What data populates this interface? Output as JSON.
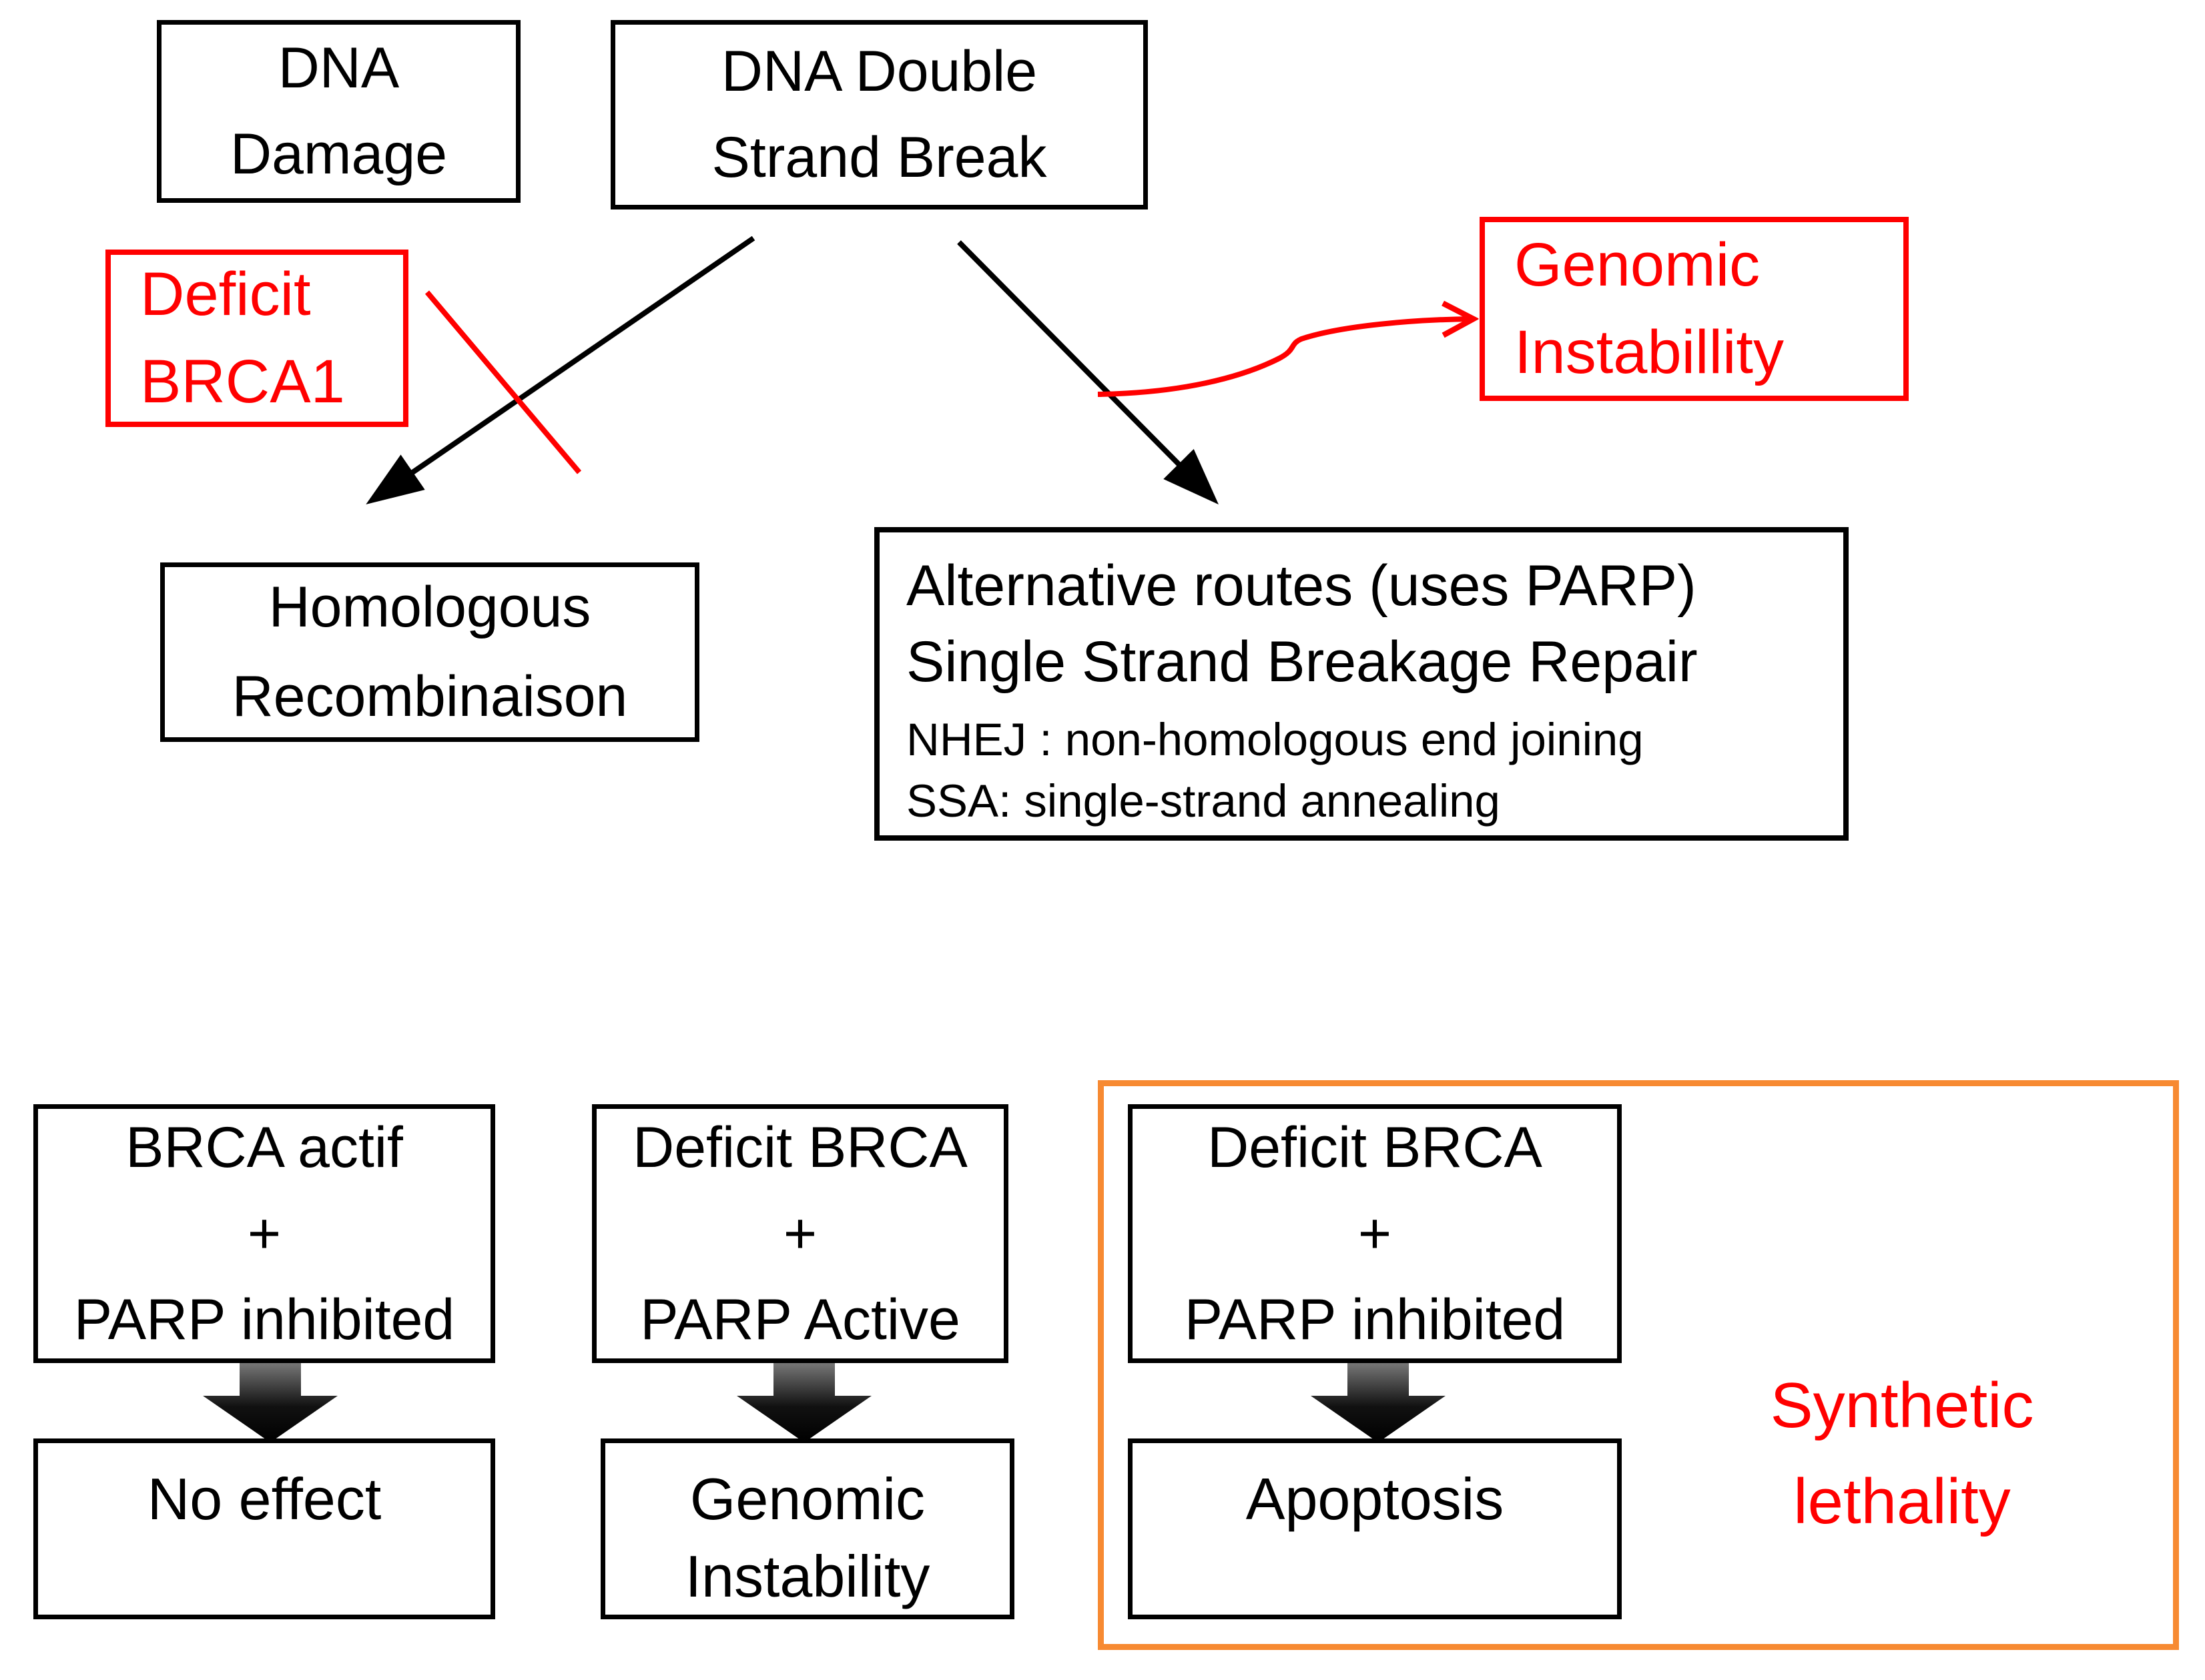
{
  "colors": {
    "alert_red": "#FF0000",
    "frame_orange": "#F78A32",
    "line_black": "#000000",
    "block_arrow_top": "#777777",
    "block_arrow_bottom": "#000000"
  },
  "top_flow": {
    "dna_damage": {
      "lines": [
        "DNA",
        "Damage"
      ]
    },
    "dna_double_strand_break": {
      "lines": [
        "DNA Double",
        "Strand Break"
      ]
    },
    "deficit_brca1": {
      "lines": [
        "Deficit",
        "BRCA1"
      ]
    },
    "genomic_instability": {
      "lines": [
        "Genomic",
        "Instabillity"
      ]
    },
    "homologous_recombination": {
      "lines": [
        "Homologous",
        "Recombinaison"
      ]
    },
    "alternative_routes": {
      "main_lines": [
        "Alternative routes (uses PARP)",
        "Single Strand Breakage Repair"
      ],
      "sub_lines": [
        "NHEJ : non-homologous end joining",
        "SSA: single-strand annealing"
      ]
    }
  },
  "scenarios": [
    {
      "cause_lines": [
        "BRCA actif",
        "+",
        "PARP inhibited"
      ],
      "effect_lines": [
        "No effect"
      ]
    },
    {
      "cause_lines": [
        "Deficit BRCA",
        "+",
        "PARP Active"
      ],
      "effect_lines": [
        "Genomic",
        "Instability"
      ]
    },
    {
      "cause_lines": [
        "Deficit BRCA",
        "+",
        "PARP inhibited"
      ],
      "effect_lines": [
        "Apoptosis"
      ]
    }
  ],
  "synthetic_lethality": {
    "lines": [
      "Synthetic",
      "lethality"
    ]
  }
}
